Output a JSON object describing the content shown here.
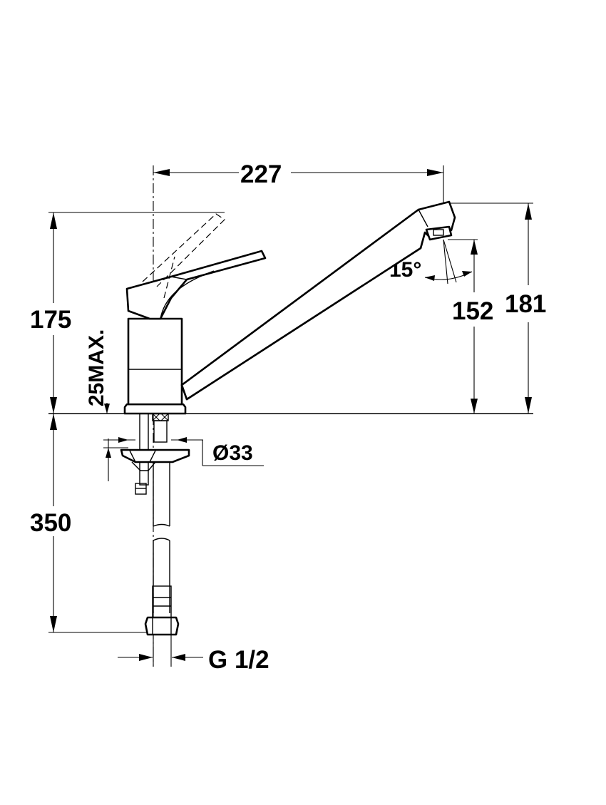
{
  "dimensions": {
    "width_227": "227",
    "height_175": "175",
    "height_181": "181",
    "height_152": "152",
    "angle_15": "15°",
    "max_25": "25MAX.",
    "diameter_33": "Ø33",
    "length_350": "350",
    "thread": "G 1/2"
  },
  "colors": {
    "line": "#000000",
    "background": "#ffffff"
  }
}
